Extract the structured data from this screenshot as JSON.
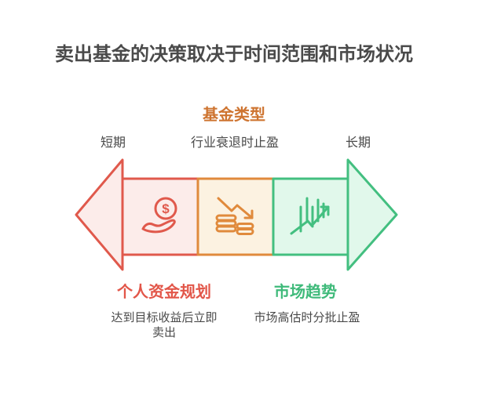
{
  "title": "卖出基金的决策取决于时间范围和市场状况",
  "colors": {
    "background": "#FFFFFF",
    "text_gray": "#4A4A4A",
    "red": "#E0594C",
    "red_fill": "#FCECEA",
    "red_label": "#E25649",
    "orange": "#E08A3C",
    "orange_fill": "#FCF2E1",
    "orange_label": "#CE7430",
    "green": "#43BF80",
    "green_fill": "#E1F8EB",
    "green_label": "#3FBA7A"
  },
  "axis": {
    "left_label": "短期",
    "right_label": "长期"
  },
  "sections": {
    "fund_type": {
      "label": "基金类型",
      "description": "行业衰退时止盈"
    },
    "personal_plan": {
      "label": "个人资金规划",
      "description": "达到目标收益后立即卖出"
    },
    "market_trend": {
      "label": "市场趋势",
      "description": "市场高估时分批止盈"
    }
  },
  "icons": {
    "dollar_sign": "$",
    "left_box_icon": "coin-in-hand-icon",
    "middle_box_icon": "declining-chart-coins-icon",
    "right_box_icon": "candlestick-uptrend-icon"
  }
}
